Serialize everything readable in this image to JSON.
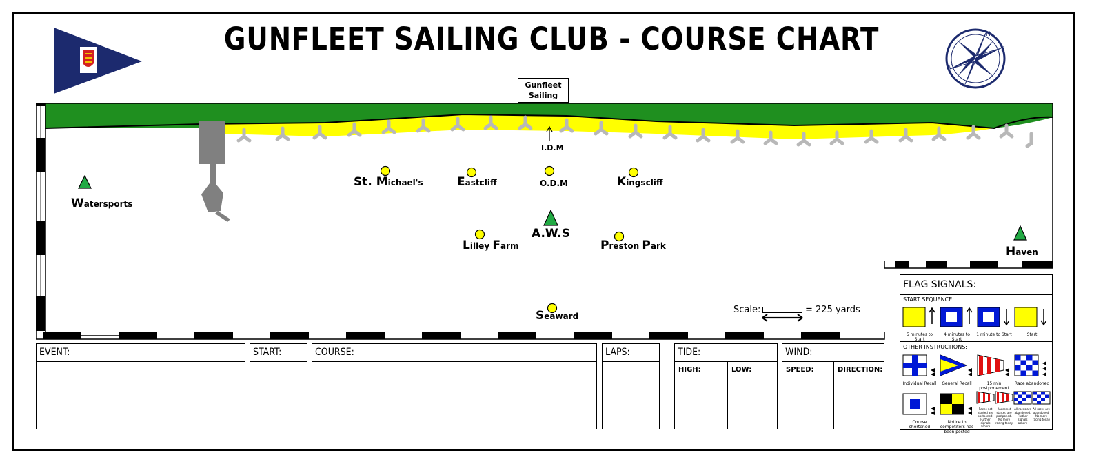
{
  "header": {
    "title": "GUNFLEET SAILING CLUB - COURSE CHART"
  },
  "icons": {
    "club_flag": "burgee-icon",
    "compass": "compass-rose-icon",
    "compass_letters": {
      "n": "N",
      "e": "E",
      "s": "S",
      "w": "W"
    }
  },
  "colors": {
    "land": "#1f8f1f",
    "beach": "#ffff00",
    "mark_buoy": "#ffff00",
    "mark_triangle": "#22aa44",
    "navy": "#1c2a6e",
    "pier": "#808080"
  },
  "map": {
    "club_label_line1": "Gunfleet",
    "club_label_line2": "Sailing Club",
    "idm_label": "I.D.M",
    "scale_text": "Scale:",
    "scale_value": "= 225 yards",
    "marks": {
      "watersports": {
        "initial": "W",
        "rest": "atersports"
      },
      "st_michaels": {
        "initial_a": "St. M",
        "rest": "ichael's"
      },
      "eastcliff": {
        "initial": "E",
        "rest": "astcliff"
      },
      "odm": {
        "label": "O.D.M"
      },
      "kingscliff": {
        "initial": "K",
        "rest": "ingscliff"
      },
      "aws": {
        "label": "A.W.S"
      },
      "lilley_farm": {
        "i1": "L",
        "r1": "illey ",
        "i2": "F",
        "r2": "arm"
      },
      "preston_park": {
        "i1": "P",
        "r1": "reston ",
        "i2": "P",
        "r2": "ark"
      },
      "haven": {
        "initial": "H",
        "rest": "aven"
      },
      "seaward": {
        "initial": "S",
        "rest": "eaward"
      }
    }
  },
  "form": {
    "event": "EVENT:",
    "start": "START:",
    "course": "COURSE:",
    "laps": "LAPS:",
    "tide": "TIDE:",
    "tide_high": "HIGH:",
    "tide_low": "LOW:",
    "wind": "WIND:",
    "wind_speed": "SPEED:",
    "wind_direction": "DIRECTION:"
  },
  "flag_signals": {
    "title": "FLAG SIGNALS:",
    "start_sequence_title": "START SEQUENCE:",
    "start_sequence": [
      {
        "caption": "5 minutes to Start",
        "arrow": "up"
      },
      {
        "caption": "4 minutes to Start",
        "arrow": "up"
      },
      {
        "caption": "1 minute to Start",
        "arrow": "down"
      },
      {
        "caption": "Start",
        "arrow": "down"
      }
    ],
    "other_title": "OTHER INSTRUCTIONS:",
    "other": [
      {
        "caption": "Individual Recall"
      },
      {
        "caption": "General Recall"
      },
      {
        "caption": "15 min postponement"
      },
      {
        "caption": "Race abandoned"
      },
      {
        "caption": "Course shortened"
      },
      {
        "caption": "Notice to competitors has been posted"
      },
      {
        "caption": "Races not started are postponed. Further signals ashore"
      },
      {
        "caption": "Races not started are postponed. No more racing today"
      },
      {
        "caption": "All races are abandoned. Further signals ashore"
      },
      {
        "caption": "All races are abandoned. No more racing today"
      }
    ]
  }
}
